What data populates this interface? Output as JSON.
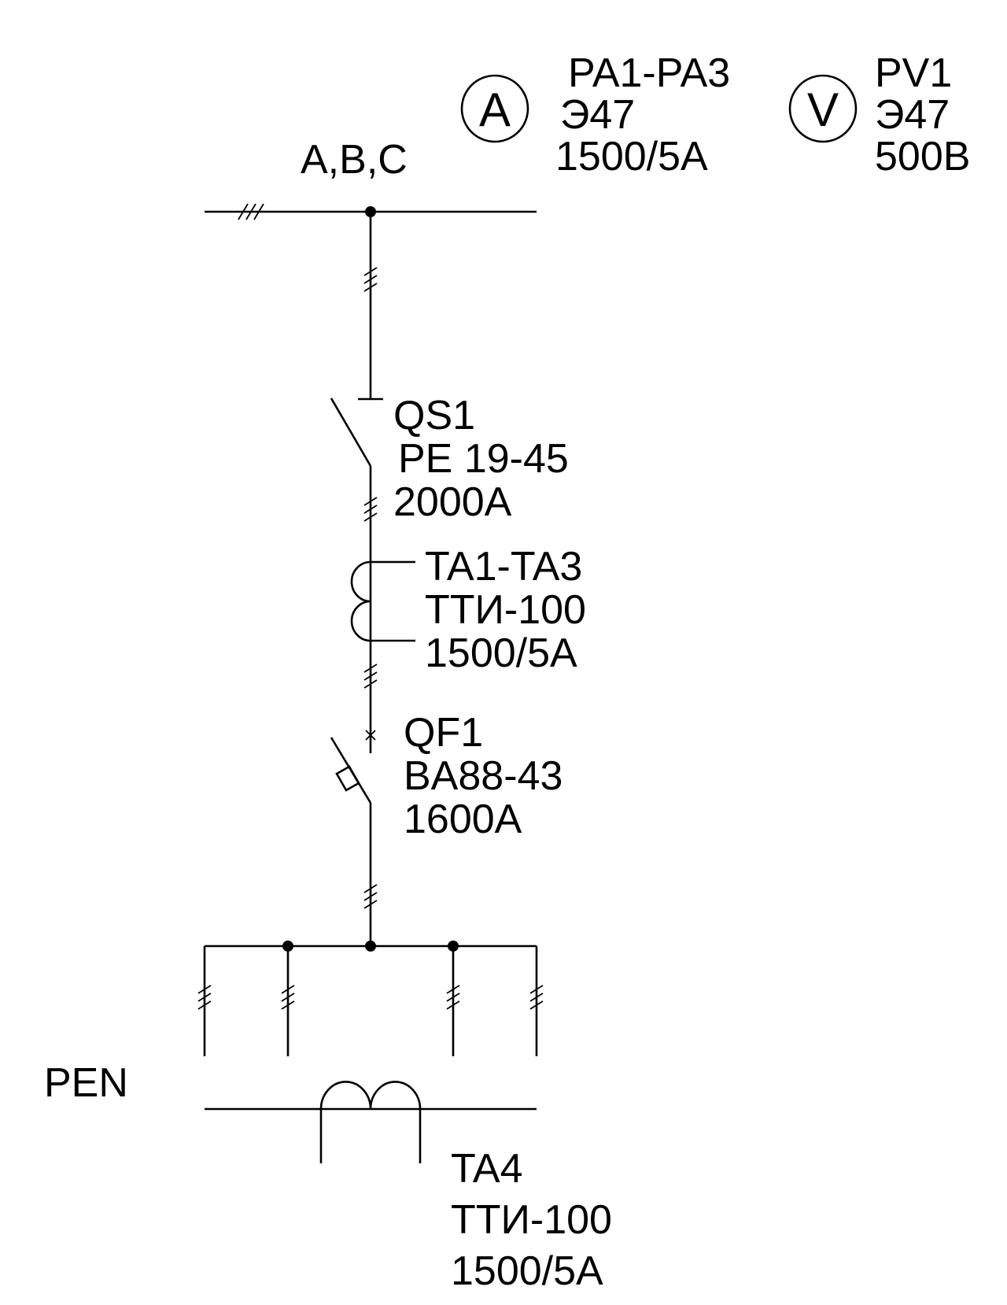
{
  "bus_label": "A,B,C",
  "ammeter": {
    "symbol": "A",
    "lines": [
      "PA1-PA3",
      "Э47",
      "1500/5A"
    ]
  },
  "voltmeter": {
    "symbol": "V",
    "lines": [
      "PV1",
      "Э47",
      "500B"
    ]
  },
  "disconnector": {
    "lines": [
      "QS1",
      "PE 19-45",
      "2000A"
    ]
  },
  "current_transformer_phase": {
    "lines": [
      "TA1-TA3",
      "TTИ-100",
      "1500/5A"
    ]
  },
  "breaker": {
    "lines": [
      "QF1",
      "BA88-43",
      "1600A"
    ]
  },
  "pen": {
    "label": "PEN"
  },
  "current_transformer_pen": {
    "lines": [
      "TA4",
      "TTИ-100",
      "1500/5A"
    ]
  },
  "colors": {
    "line": "#000000",
    "background": "#ffffff"
  }
}
